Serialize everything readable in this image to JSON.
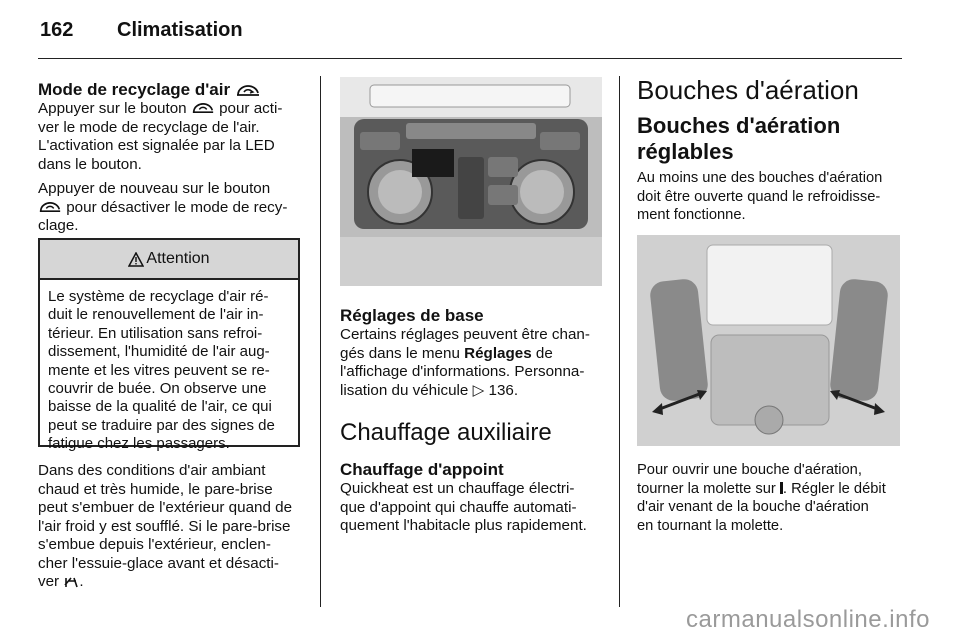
{
  "header": {
    "page_number": "162",
    "chapter": "Climatisation"
  },
  "col1": {
    "heading": "Mode de recyclage d'air",
    "p1_a": "Appuyer sur le bouton",
    "p1_b": "pour acti-",
    "p1_c": "ver le mode de recyclage de l'air.",
    "p1_d": "L'activation est signalée par la LED",
    "p1_e": "dans le bouton.",
    "p2_a": "Appuyer de nouveau sur le bouton",
    "p2_b": "pour désactiver le mode de recy-",
    "p2_c": "clage.",
    "warning": {
      "title": "Attention",
      "lines": [
        "Le système de recyclage d'air ré-",
        "duit le renouvellement de l'air in-",
        "térieur. En utilisation sans refroi-",
        "dissement, l'humidité de l'air aug-",
        "mente et les vitres peuvent se re-",
        "couvrir de buée. On observe une",
        "baisse de la qualité de l'air, ce qui",
        "peut se traduire par des signes de",
        "fatigue chez les passagers."
      ]
    },
    "p3_lines": [
      "Dans des conditions d'air ambiant",
      "chaud et très humide, le pare-brise",
      "peut s'embuer de l'extérieur quand de",
      "l'air froid y est soufflé. Si le pare-brise",
      "s'embue depuis l'extérieur, enclen-",
      "cher l'essuie-glace avant et désacti-"
    ],
    "p3_last": "ver"
  },
  "col2": {
    "heading_settings": "Réglages de base",
    "settings_lines": [
      "Certains réglages peuvent être chan-"
    ],
    "settings_l2_a": "gés dans le menu",
    "settings_l2_b": "Réglages",
    "settings_l2_c": "de",
    "settings_l3": "l'affichage d'informations. Personna-",
    "settings_l4_a": "lisation du véhicule",
    "settings_l4_b": "136.",
    "heading_aux": "Chauffage auxiliaire",
    "heading_boost": "Chauffage d'appoint",
    "boost_lines": [
      "Quickheat est un chauffage électri-",
      "que d'appoint qui chauffe automati-",
      "quement l'habitacle plus rapidement."
    ]
  },
  "col3": {
    "heading": "Bouches d'aération",
    "subheading_1": "Bouches d'aération",
    "subheading_2": "réglables",
    "intro_lines": [
      "Au moins une des bouches d'aération",
      "doit être ouverte quand le refroidisse-",
      "ment fonctionne."
    ],
    "after_lines": [
      "Pour ouvrir une bouche d'aération,"
    ],
    "after_l2_a": "tourner la molette sur",
    "after_l2_b": "Régler le débit",
    "after_l3": "d'air venant de la bouche d'aération",
    "after_l4": "en tournant la molette."
  },
  "watermark": "carmanualsonline.info"
}
